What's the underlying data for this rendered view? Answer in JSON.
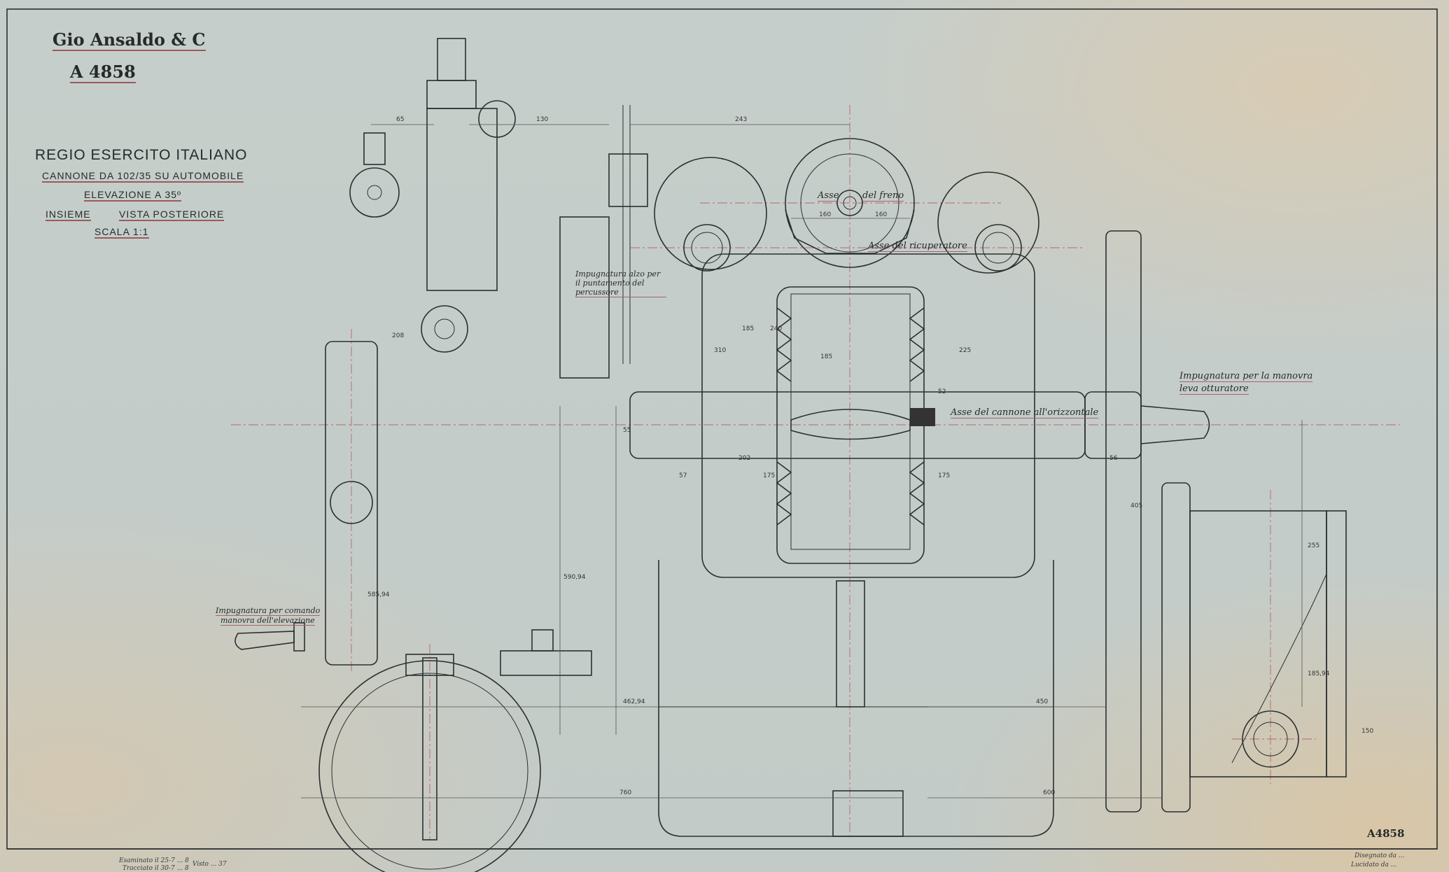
{
  "title_block": {
    "company": "Gio Ansaldo & C",
    "drawing_number": "A 4858",
    "line1": "REGIO ESERCITO ITALIANO",
    "line2": "CANNONE DA 102/35 SU AUTOMOBILE",
    "line3": "ELEVAZIONE A 35º",
    "line4a": "INSIEME",
    "line4b": "VISTA POSTERIORE",
    "line5": "SCALA 1:1"
  },
  "annotations": {
    "sight_handle": "Impugnatura alzo per il puntamento del percussore",
    "brake_axis_a": "Asse",
    "brake_axis_b": "del freno",
    "recuperator_axis": "Asse del ricuperatore",
    "gun_axis": "Asse del cannone all'orizzontale",
    "breech_handle_1": "Impugnatura per la manovra",
    "breech_handle_2": "leva otturatore",
    "elevation_handle_1": "Impugnatura per comando",
    "elevation_handle_2": "manovra dell'elevazione"
  },
  "dimensions": [
    "65",
    "130",
    "243",
    "160",
    "160",
    "185",
    "240",
    "310",
    "225",
    "185",
    "175",
    "175",
    "202",
    "57",
    "55",
    "208",
    "405",
    "255",
    "185,94",
    "450",
    "462,94",
    "760",
    "600",
    "150",
    "590,94",
    "585,94",
    "52",
    "56"
  ],
  "corner_stamp": "A4858",
  "handwritten": {
    "bottom_left_1": "Esaminato il 25-7 ... 8",
    "bottom_left_2": "Tracciato il 30-7 ... 8",
    "bottom_mid": "Visto ... 37",
    "bottom_right_1": "Disegnato da ...",
    "bottom_right_2": "Lucidato da ..."
  }
}
